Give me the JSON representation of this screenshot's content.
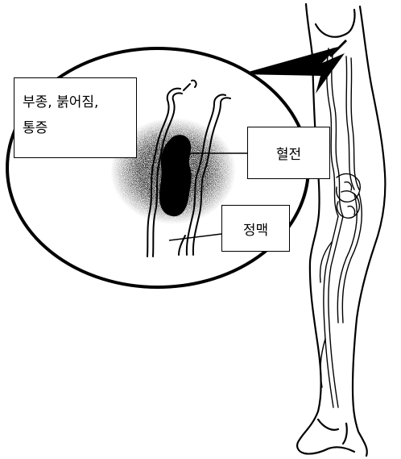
{
  "labels": {
    "symptoms_line1": "부종, 붉어짐,",
    "symptoms_line2": "통증",
    "clot": "혈전",
    "vein": "정맥"
  },
  "icons": {
    "leg": "leg-outline-with-veins",
    "pointer": "arrow-pointer",
    "magnifier": "zoom-oval",
    "clot": "blood-clot"
  },
  "colors": {
    "line": "#000000",
    "background": "#ffffff",
    "clot": "#000000",
    "stipple": "#555555"
  }
}
